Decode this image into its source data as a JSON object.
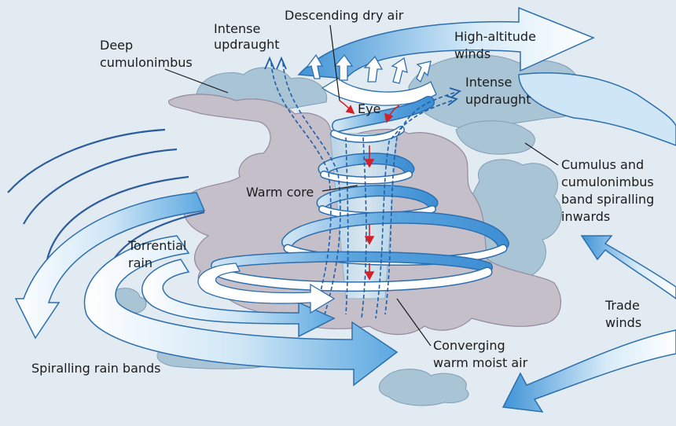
{
  "labels": {
    "descending_dry_air": "Descending dry air",
    "intense_updraught_left_1": "Intense",
    "intense_updraught_left_2": "updraught",
    "high_altitude_1": "High-altitude",
    "high_altitude_2": "winds",
    "deep_cb_1": "Deep",
    "deep_cb_2": "cumulonimbus",
    "intense_updraught_right_1": "Intense",
    "intense_updraught_right_2": "updraught",
    "eye": "Eye",
    "cumulus_band_1": "Cumulus and",
    "cumulus_band_2": "cumulonimbus",
    "cumulus_band_3": "band spiralling",
    "cumulus_band_4": "inwards",
    "warm_core": "Warm core",
    "torrential_1": "Torrential",
    "torrential_2": "rain",
    "trade_winds_1": "Trade",
    "trade_winds_2": "winds",
    "converging_1": "Converging",
    "converging_2": "warm moist air",
    "spiralling_rain_bands": "Spiralling rain bands"
  },
  "colors": {
    "background": "#e1ebf1",
    "cloud_grey": "#c5bfca",
    "cloud_blue": "#a9c4d5",
    "spiral_band": "#58a4de",
    "updraught_arrow": "#1f5fa8",
    "descending_arrow": "#d3202a",
    "leader_line": "#1c1c1c"
  }
}
